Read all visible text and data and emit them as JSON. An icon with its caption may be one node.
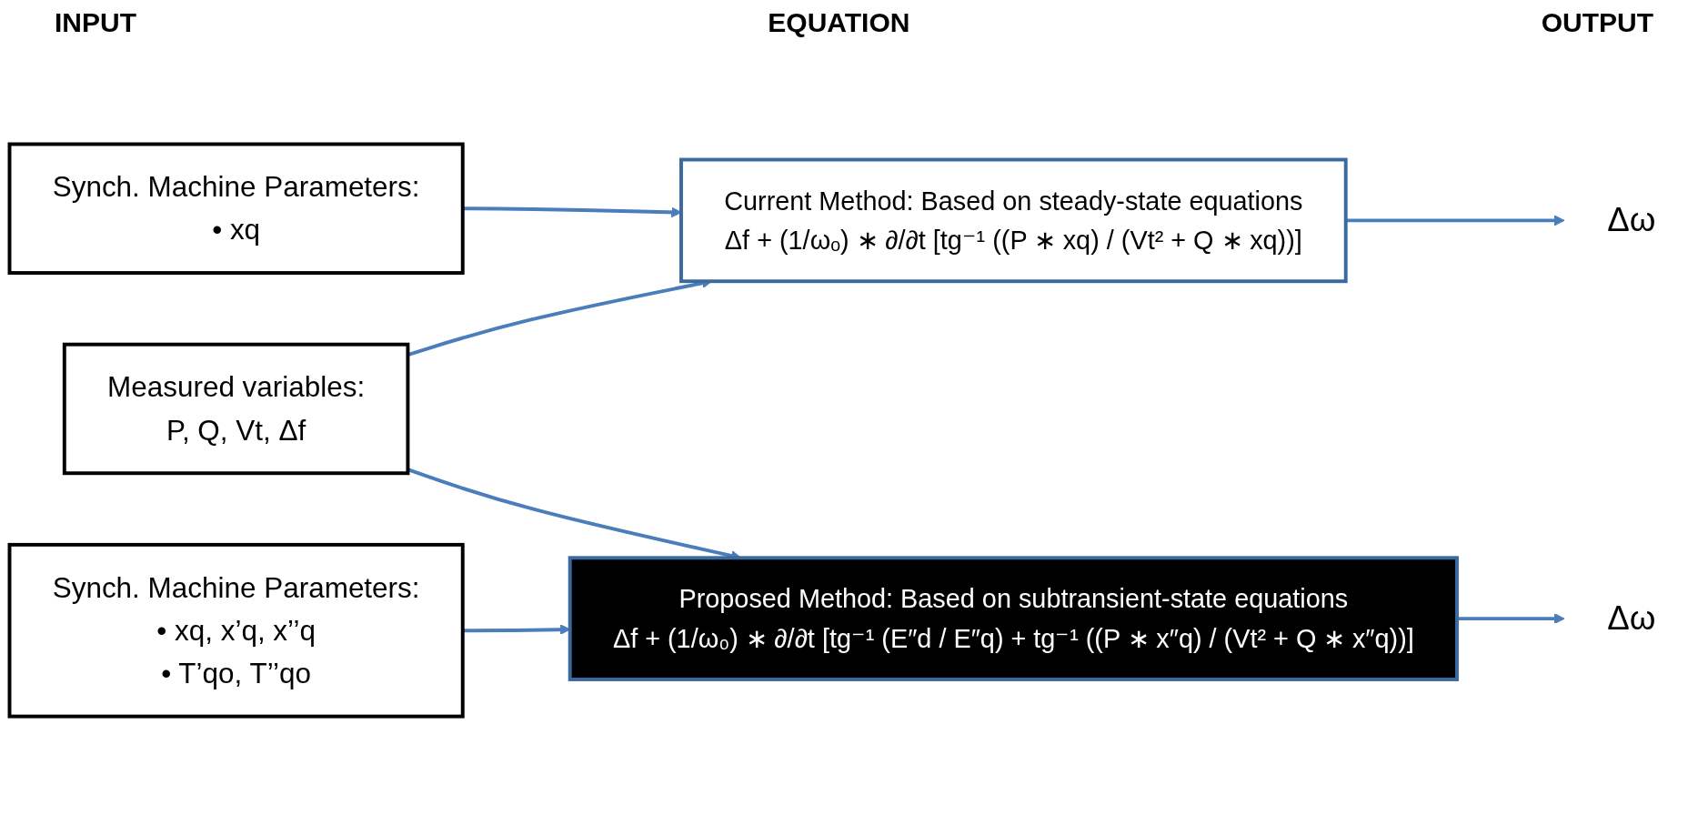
{
  "diagram": {
    "nodes": [
      {
        "text": [
          "Synch. Machine Parameters:",
          "• xq"
        ]
      },
      {
        "text": [
          "Measured variables:",
          "P, Q, Vt, Δf"
        ]
      },
      {
        "text": [
          "Synch. Machine Parameters:",
          "• xq, x’q, x’’q",
          "• T’qo, T’’qo"
        ]
      },
      {
        "text": [
          "Current Method: Based on steady-state equations",
          "Δf + (1/ωₒ) ∗ ∂/∂t [tg⁻¹ ((P ∗ xq) / (Vt² + Q ∗ xq))]"
        ]
      },
      {
        "text": [
          "Proposed Method: Based on subtransient-state equations",
          "Δf + (1/ω₀) ∗ ∂/∂t [tg⁻¹ (E″d / E″q) + tg⁻¹ ((P ∗ x″q) / (Vt² + Q ∗ x″q))]"
        ]
      },
      {
        "text": [
          "Δω"
        ]
      },
      {
        "text": [
          "Δω"
        ]
      }
    ],
    "edges": [
      {
        "from": 0,
        "to": 3,
        "arrow": "to"
      },
      {
        "from": 1,
        "to": 3,
        "arrow": "to"
      },
      {
        "from": 1,
        "to": 4,
        "arrow": "to"
      },
      {
        "from": 2,
        "to": 4,
        "arrow": "to"
      },
      {
        "from": 3,
        "to": 5,
        "arrow": "to"
      },
      {
        "from": 4,
        "to": 6,
        "arrow": "to"
      }
    ],
    "labels": [
      "EQUATION",
      "INPUT",
      "OUTPUT"
    ]
  }
}
